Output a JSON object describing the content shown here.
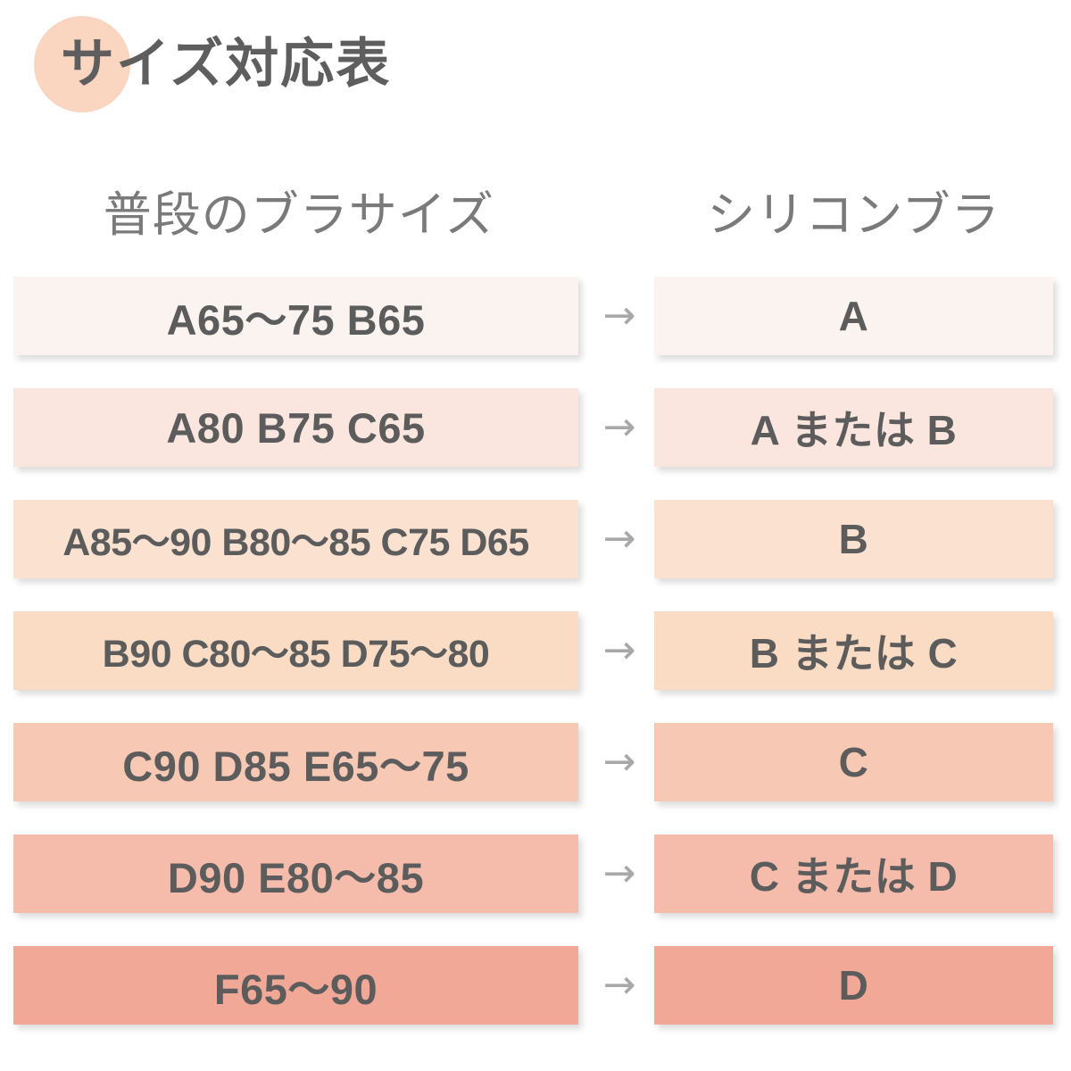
{
  "title": {
    "text": "サイズ対応表",
    "circle_color": "#fad5c0",
    "text_color": "#5e5e5e"
  },
  "headers": {
    "left": "普段のブラサイズ",
    "right": "シリコンブラ",
    "color": "#7a7a7a"
  },
  "arrow_glyph": "→",
  "arrow_color": "#a8a8a8",
  "rows": [
    {
      "from": "A65〜75  B65",
      "to": "A",
      "color": "#fbf3f0"
    },
    {
      "from": "A80  B75  C65",
      "to": "A または B",
      "color": "#fae6de"
    },
    {
      "from": "A85〜90  B80〜85  C75  D65",
      "to": "B",
      "color": "#fbe2d0"
    },
    {
      "from": "B90  C80〜85  D75〜80",
      "to": "B または C",
      "color": "#fadcc4"
    },
    {
      "from": "C90  D85  E65〜75",
      "to": "C",
      "color": "#f7c8b4"
    },
    {
      "from": "D90  E80〜85",
      "to": "C または D",
      "color": "#f5bbab"
    },
    {
      "from": "F65〜90",
      "to": "D",
      "color": "#f2a896"
    }
  ]
}
